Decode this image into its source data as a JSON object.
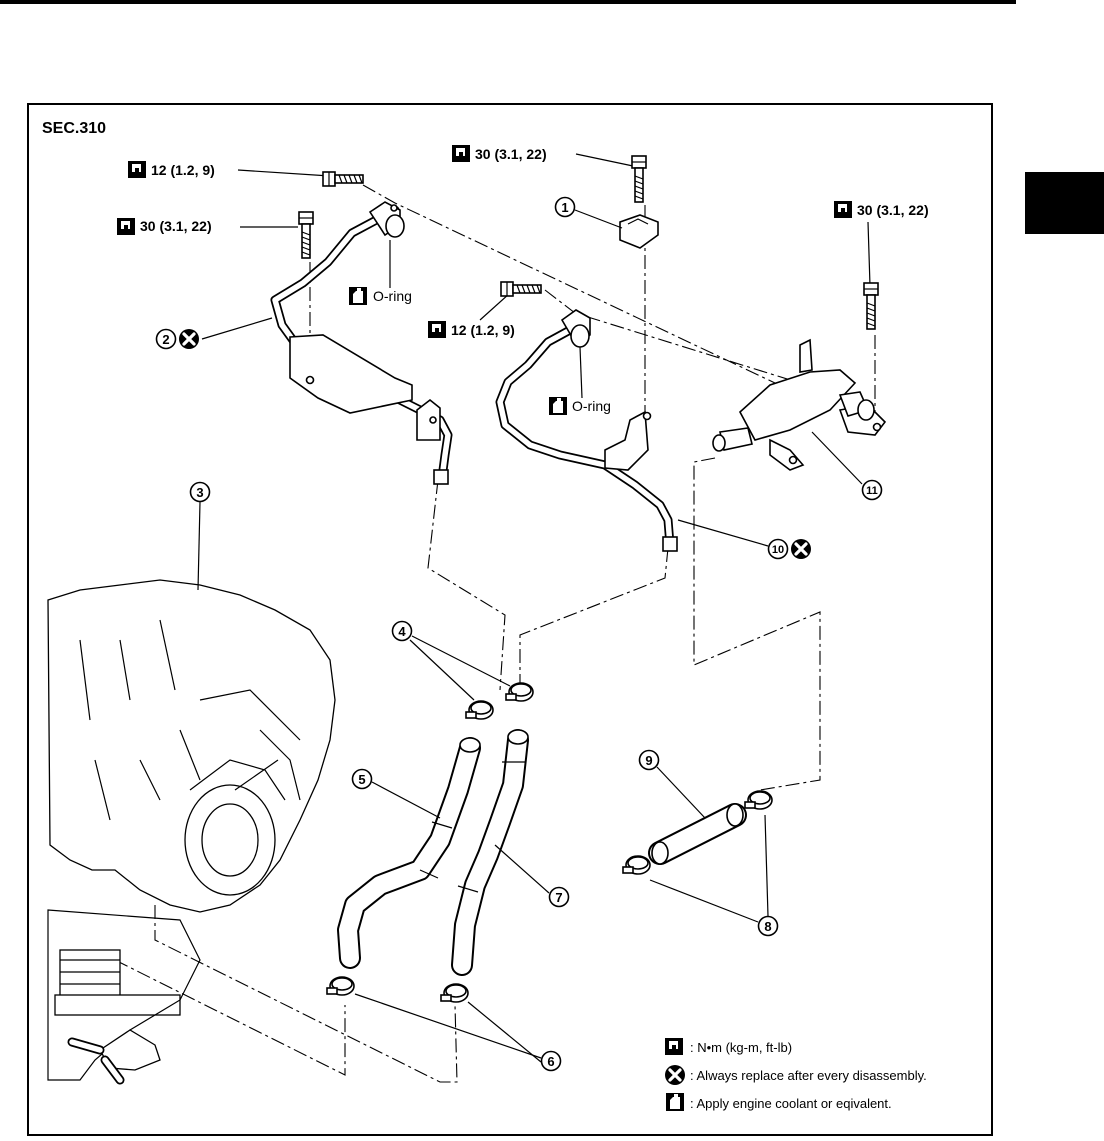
{
  "section_code": "SEC.310",
  "torque_labels": {
    "t12_a": "12  (1.2,  9)",
    "t30_a": "30  (3.1,  22)",
    "t30_b": "30  (3.1,  22)",
    "t30_c": "30  (3.1,  22)",
    "t12_b": "12  (1.2,  9)"
  },
  "oring_labels": {
    "a": "O-ring",
    "b": "O-ring"
  },
  "callouts": {
    "c1": "1",
    "c2": "2",
    "c3": "3",
    "c4": "4",
    "c5": "5",
    "c6": "6",
    "c7": "7",
    "c8": "8",
    "c9": "9",
    "c10": "10",
    "c11": "11"
  },
  "legend": {
    "torque": ":  N•m   (kg-m,   ft-lb)",
    "replace": ": Always replace after every disassembly.",
    "coolant": ": Apply engine coolant or eqivalent."
  },
  "icons": [
    "torque-wrench-icon",
    "replace-x-icon",
    "coolant-can-icon"
  ]
}
